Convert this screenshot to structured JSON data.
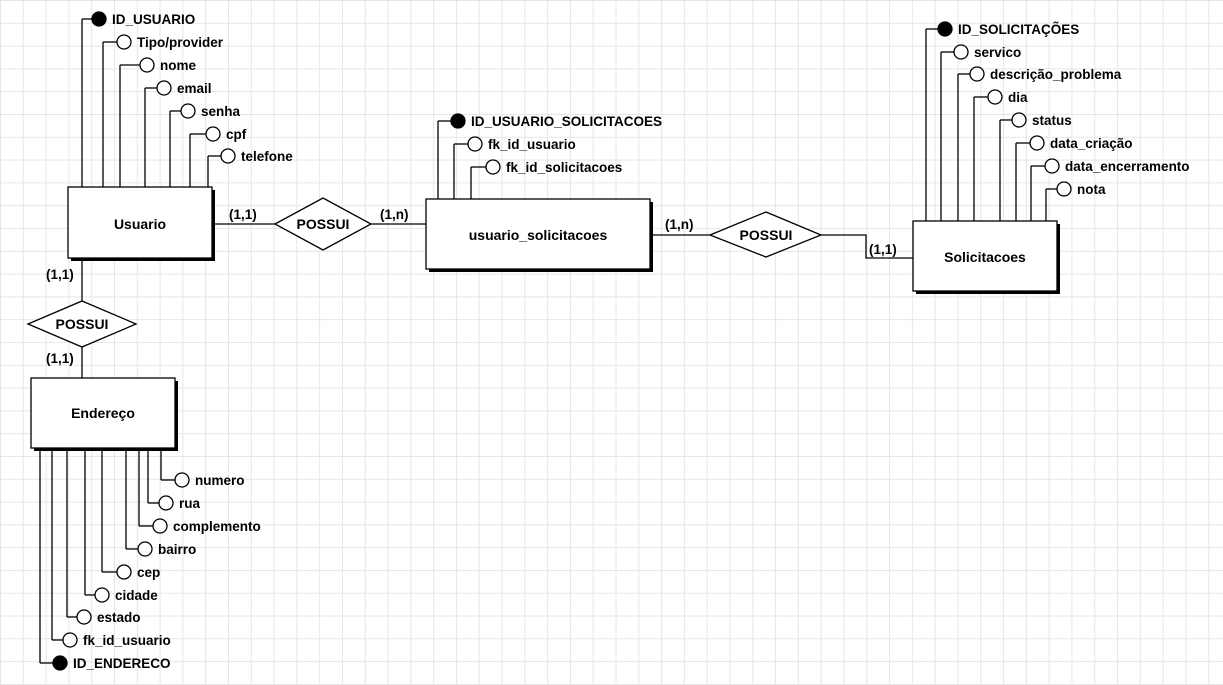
{
  "entities": {
    "usuario": "Usuario",
    "usuario_solicitacoes": "usuario_solicitacoes",
    "solicitacoes": "Solicitacoes",
    "endereco": "Endereço"
  },
  "relationships": {
    "usuario_usuario_solicitacoes": "POSSUI",
    "usuario_solicitacoes_solicitacoes": "POSSUI",
    "usuario_endereco": "POSSUI"
  },
  "cardinalities": {
    "usuario_side_rel1": "(1,1)",
    "usuario_solicitacoes_side_rel1": "(1,n)",
    "usuario_solicitacoes_side_rel2": "(1,n)",
    "solicitacoes_side_rel2": "(1,1)",
    "usuario_side_rel3": "(1,1)",
    "endereco_side_rel3": "(1,1)"
  },
  "attributes": {
    "usuario": [
      {
        "name": "ID_USUARIO",
        "key": true
      },
      {
        "name": "Tipo/provider",
        "key": false
      },
      {
        "name": "nome",
        "key": false
      },
      {
        "name": "email",
        "key": false
      },
      {
        "name": "senha",
        "key": false
      },
      {
        "name": "cpf",
        "key": false
      },
      {
        "name": "telefone",
        "key": false
      }
    ],
    "usuario_solicitacoes": [
      {
        "name": "ID_USUARIO_SOLICITACOES",
        "key": true
      },
      {
        "name": "fk_id_usuario",
        "key": false
      },
      {
        "name": "fk_id_solicitacoes",
        "key": false
      }
    ],
    "solicitacoes": [
      {
        "name": "ID_SOLICITAÇÕES",
        "key": true
      },
      {
        "name": "servico",
        "key": false
      },
      {
        "name": "descrição_problema",
        "key": false
      },
      {
        "name": "dia",
        "key": false
      },
      {
        "name": "status",
        "key": false
      },
      {
        "name": "data_criação",
        "key": false
      },
      {
        "name": "data_encerramento",
        "key": false
      },
      {
        "name": "nota",
        "key": false
      }
    ],
    "endereco": [
      {
        "name": "numero",
        "key": false
      },
      {
        "name": "rua",
        "key": false
      },
      {
        "name": "complemento",
        "key": false
      },
      {
        "name": "bairro",
        "key": false
      },
      {
        "name": "cep",
        "key": false
      },
      {
        "name": "cidade",
        "key": false
      },
      {
        "name": "estado",
        "key": false
      },
      {
        "name": "fk_id_usuario",
        "key": false
      },
      {
        "name": "ID_ENDERECO",
        "key": true
      }
    ]
  }
}
